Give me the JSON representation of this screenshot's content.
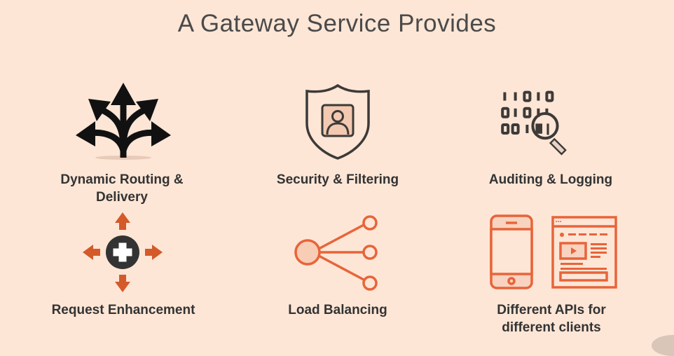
{
  "title": "A Gateway Service Provides",
  "colors": {
    "background": "#fde6d6",
    "accent": "#e8643a",
    "dark": "#333333"
  },
  "features": [
    {
      "label": "Dynamic Routing & Delivery",
      "icon": "routing-arrows-icon"
    },
    {
      "label": "Security & Filtering",
      "icon": "shield-user-icon"
    },
    {
      "label": "Auditing & Logging",
      "icon": "binary-magnifier-icon"
    },
    {
      "label": "Request Enhancement",
      "icon": "plus-arrows-icon"
    },
    {
      "label": "Load Balancing",
      "icon": "load-balancer-icon"
    },
    {
      "label": "Different APIs for different clients",
      "icon": "phone-browser-icon"
    }
  ]
}
